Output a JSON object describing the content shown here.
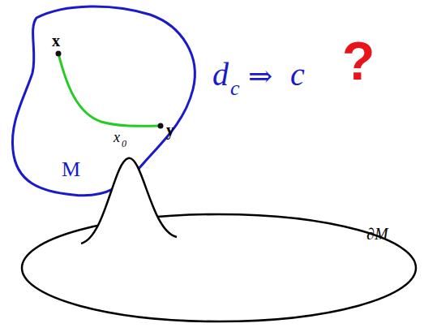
{
  "diagram": {
    "labels": [
      "x",
      "y",
      "M",
      "d",
      "c",
      "⇒",
      "c",
      "?",
      "x",
      "0",
      "∂M"
    ]
  }
}
